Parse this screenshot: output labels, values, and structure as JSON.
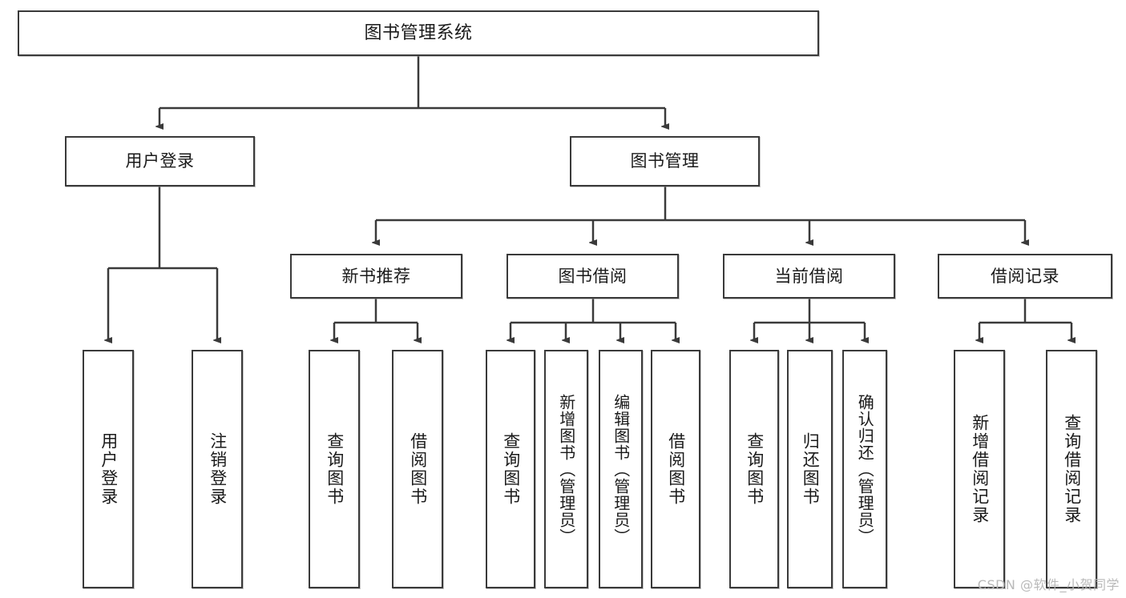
{
  "diagram": {
    "title": "图书管理系统",
    "type": "tree-hierarchy",
    "watermark": "CSDN @软件_小贺同学",
    "colors": {
      "stroke": "#3a3a3a",
      "fill": "#ffffff",
      "text": "#1a1a1a",
      "watermark": "#b9b9b9"
    },
    "root": {
      "label": "图书管理系统"
    },
    "level2": [
      {
        "label": "用户登录"
      },
      {
        "label": "图书管理"
      }
    ],
    "level3": [
      {
        "label": "新书推荐"
      },
      {
        "label": "图书借阅"
      },
      {
        "label": "当前借阅"
      },
      {
        "label": "借阅记录"
      }
    ],
    "leaves": {
      "user_login": [
        {
          "label": "用户登录"
        },
        {
          "label": "注销登录"
        }
      ],
      "new_book": [
        {
          "label": "查询图书"
        },
        {
          "label": "借阅图书"
        }
      ],
      "borrow": [
        {
          "label": "查询图书"
        },
        {
          "label": "新增图书（管理员）"
        },
        {
          "label": "编辑图书（管理员）"
        },
        {
          "label": "借阅图书"
        }
      ],
      "current": [
        {
          "label": "查询图书"
        },
        {
          "label": "归还图书"
        },
        {
          "label": "确认归还（管理员）"
        }
      ],
      "records": [
        {
          "label": "新增借阅记录"
        },
        {
          "label": "查询借阅记录"
        }
      ]
    }
  }
}
